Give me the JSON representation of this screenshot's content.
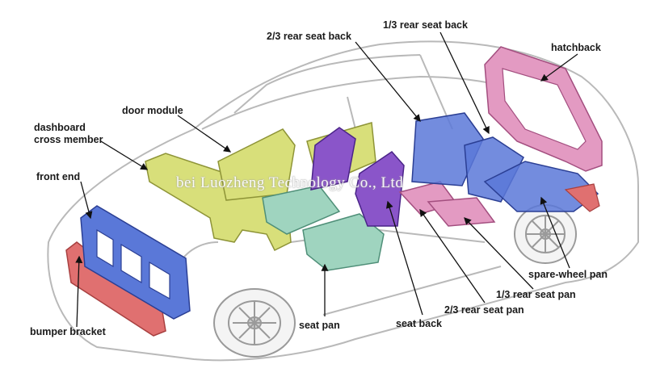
{
  "labels": {
    "rear_23_back": "2/3 rear seat back",
    "rear_13_back": "1/3 rear seat back",
    "hatchback": "hatchback",
    "door_module": "door module",
    "dashboard_line1": "dashboard",
    "dashboard_line2": "cross member",
    "front_end": "front end",
    "bumper_bracket": "bumper bracket",
    "seat_pan": "seat pan",
    "seat_back": "seat back",
    "rear_23_pan": "2/3 rear seat pan",
    "rear_13_pan": "1/3 rear seat pan",
    "spare_wheel_pan": "spare-wheel pan"
  },
  "watermark": "bei Luozheng Technology Co., Ltd",
  "colors": {
    "blue_parts": "#5a78d8",
    "yellow_green_parts": "#d8df7a",
    "mint_parts": "#9fd4bf",
    "purple_parts": "#8a55c9",
    "pink_parts": "#e39ac2",
    "red_parts": "#e07070",
    "car_outline": "#b9b9b9"
  }
}
